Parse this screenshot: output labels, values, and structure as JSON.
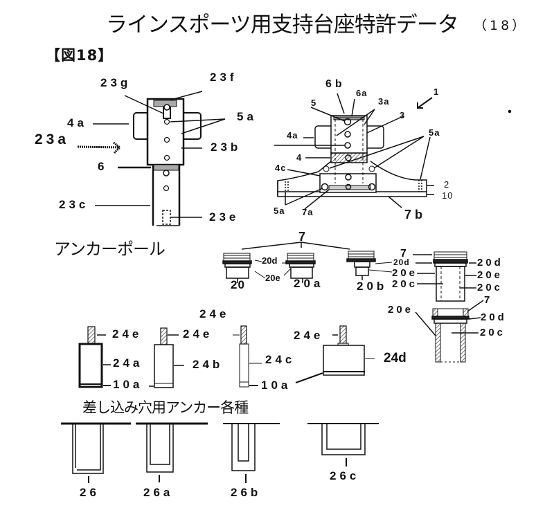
{
  "header": {
    "title": "ラインスポーツ用支持台座特許データ",
    "page_number": "（18）",
    "figure_label": "【図18】"
  },
  "figure_top_left": {
    "labels": {
      "l23g": "23g",
      "l23f": "23f",
      "l4a": "4a",
      "l5a": "5a",
      "l23a": "23a",
      "l23b": "23b",
      "l6": "6",
      "l23c": "23c",
      "l23e": "23e"
    }
  },
  "figure_top_right": {
    "labels": {
      "l6b": "6b",
      "l6a": "6a",
      "l1": "1",
      "l5": "5",
      "l3a": "3a",
      "l3": "3",
      "l4a": "4a",
      "l5a_r": "5a",
      "l4": "4",
      "l4c": "4c",
      "l2": "2",
      "l10": "10",
      "l5a_bl": "5a",
      "l7a": "7a",
      "l7b": "7b"
    }
  },
  "anchor_pole": {
    "caption": "アンカーポール",
    "labels": {
      "l7_top": "7",
      "l20d_a": "20d",
      "l20e_a": "20e",
      "l20": "20",
      "l20a": "20a",
      "l20b": "20b",
      "l20d_b": "20d",
      "l20e_b": "20e",
      "l20c_b": "20c",
      "l7_r": "7",
      "l20d_r": "20d",
      "l20e_r": "20e",
      "l20c_r": "20c",
      "l7_r2": "7",
      "l20d_r2": "20d",
      "l20e_r2": "20e",
      "l20c_r2": "20c"
    }
  },
  "anchors_row": {
    "labels": {
      "l24e_1": "24e",
      "l24a": "24a",
      "l10a_1": "10a",
      "l24e_2": "24e",
      "l24b": "24b",
      "l24e_3": "24e",
      "l24c": "24c",
      "l10a_3": "10a",
      "l24e_4": "24e",
      "l24d": "24d"
    }
  },
  "insert_holes": {
    "caption": "差し込み穴用アンカー各種",
    "labels": {
      "l26": "26",
      "l26a": "26a",
      "l26b": "26b",
      "l26c": "26c"
    }
  },
  "colors": {
    "ink": "#111111",
    "shade": "#a9a9a9",
    "background": "#ffffff"
  }
}
